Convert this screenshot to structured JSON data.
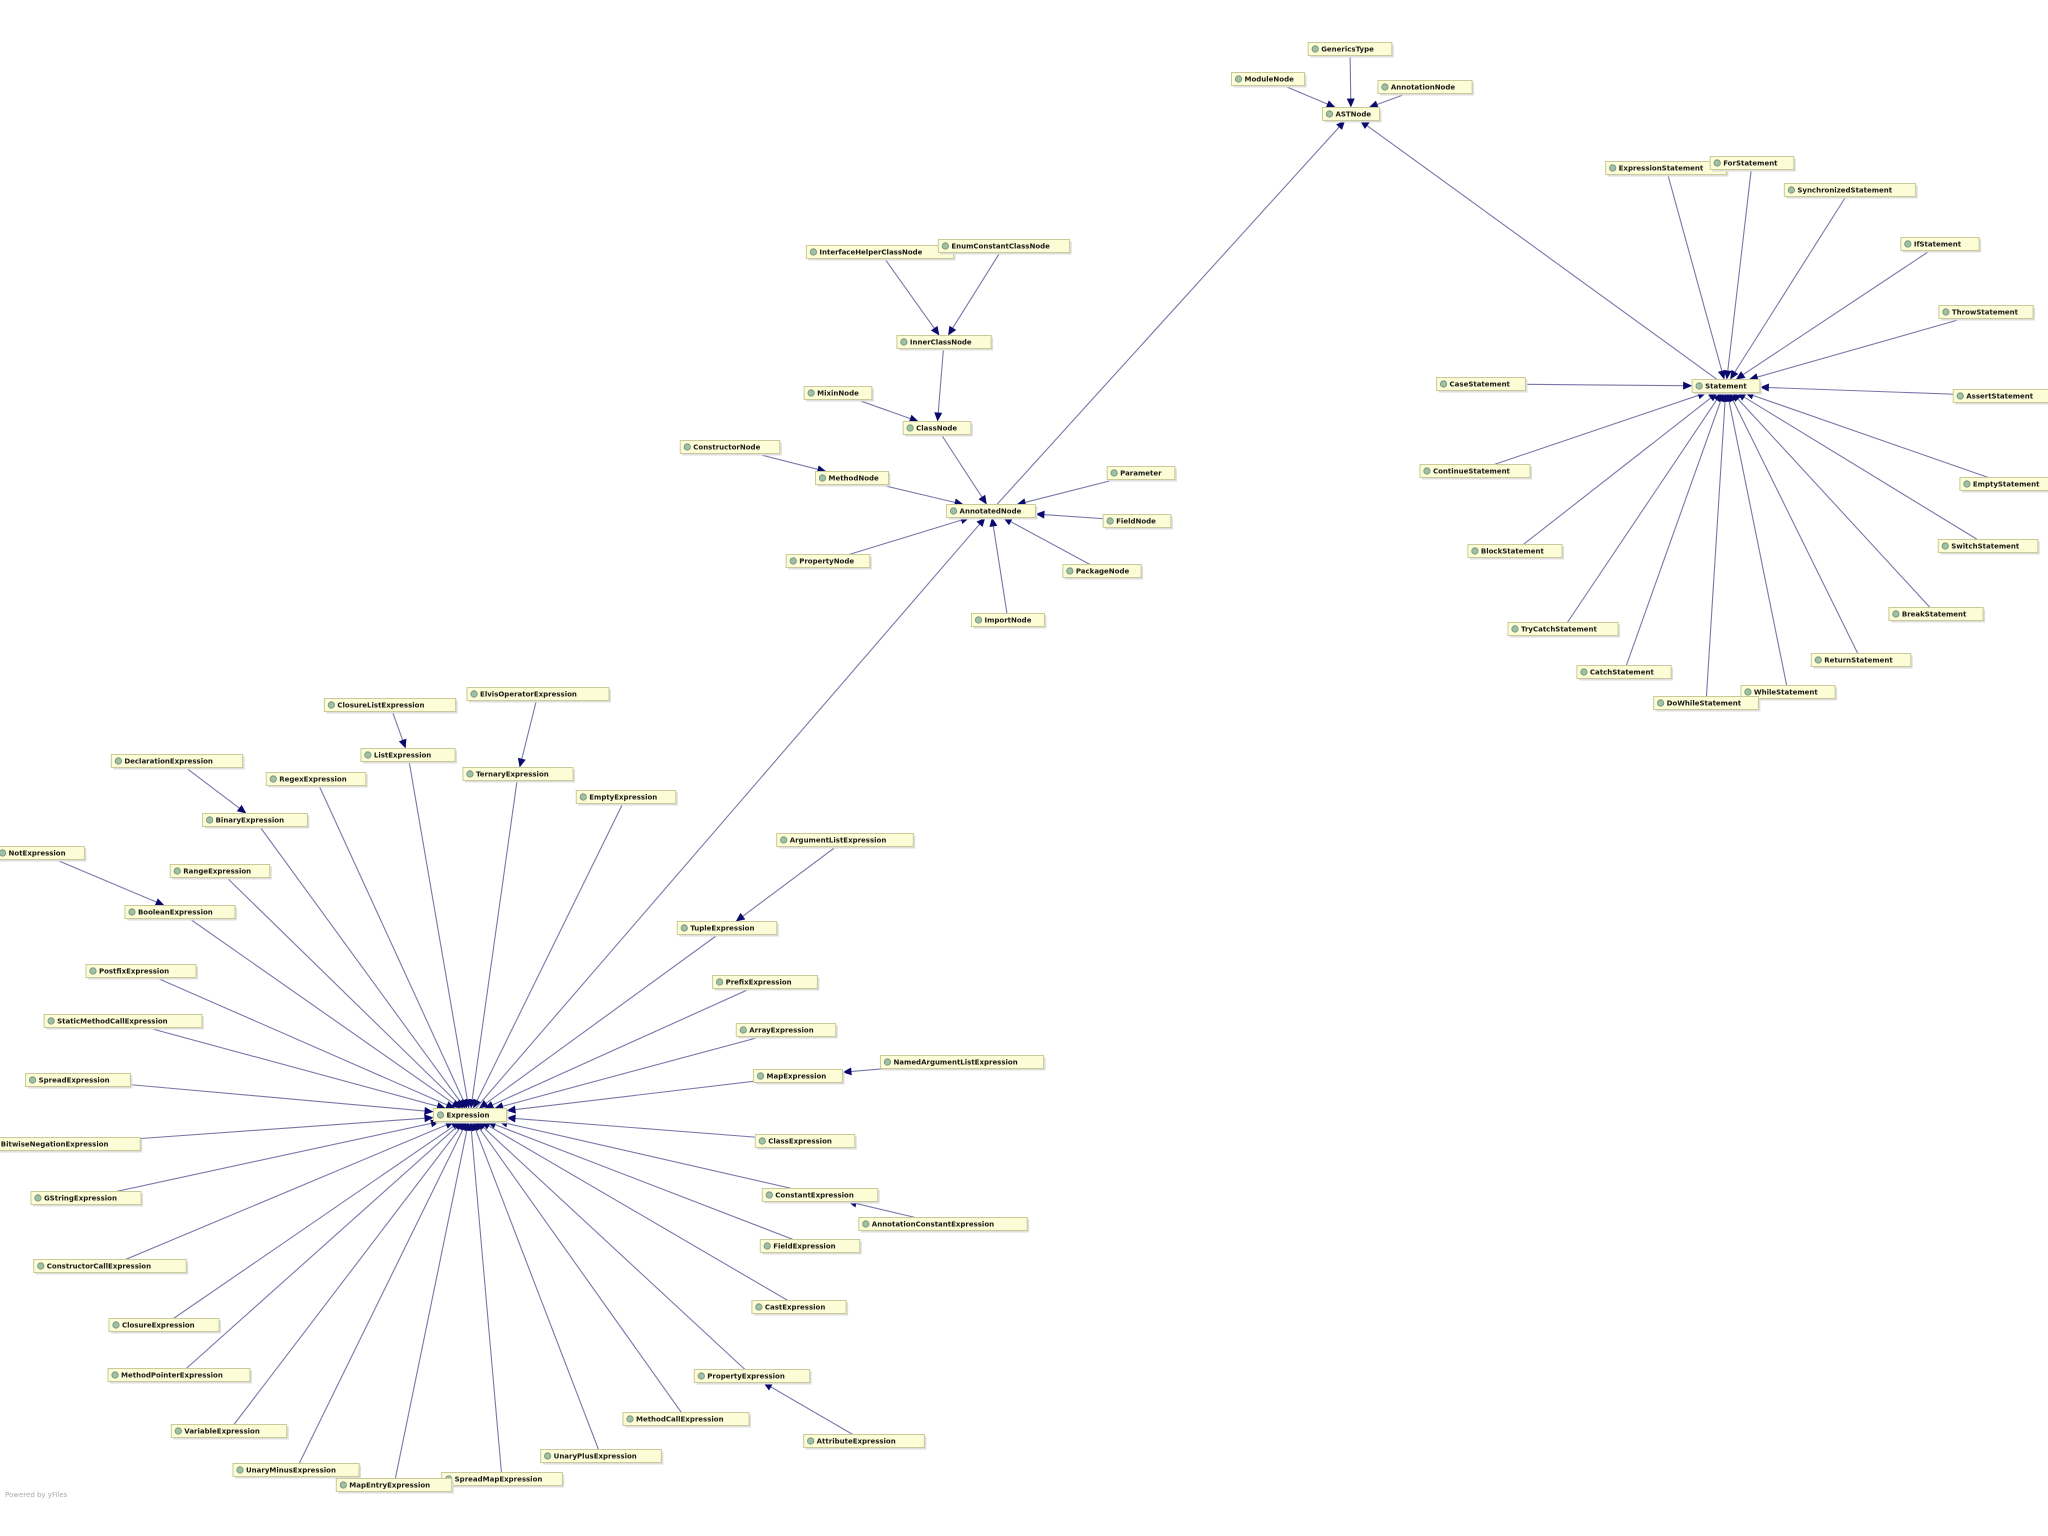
{
  "footer_text": "Powered by yFiles",
  "colors": {
    "node_fill": "#fcfcd6",
    "node_border": "#c9c99a",
    "edge": "#7778a8",
    "arrow": "#0b0b6e",
    "dot": "#9fbfa6"
  },
  "nodes": [
    {
      "id": "GenericsType",
      "label": "GenericsType"
    },
    {
      "id": "ModuleNode",
      "label": "ModuleNode"
    },
    {
      "id": "AnnotationNode",
      "label": "AnnotationNode"
    },
    {
      "id": "ASTNode",
      "label": "ASTNode"
    },
    {
      "id": "InterfaceHelperClassNode",
      "label": "InterfaceHelperClassNode"
    },
    {
      "id": "EnumConstantClassNode",
      "label": "EnumConstantClassNode"
    },
    {
      "id": "InnerClassNode",
      "label": "InnerClassNode"
    },
    {
      "id": "MixinNode",
      "label": "MixinNode"
    },
    {
      "id": "ClassNode",
      "label": "ClassNode"
    },
    {
      "id": "ConstructorNode",
      "label": "ConstructorNode"
    },
    {
      "id": "MethodNode",
      "label": "MethodNode"
    },
    {
      "id": "AnnotatedNode",
      "label": "AnnotatedNode"
    },
    {
      "id": "Parameter",
      "label": "Parameter"
    },
    {
      "id": "FieldNode",
      "label": "FieldNode"
    },
    {
      "id": "PropertyNode",
      "label": "PropertyNode"
    },
    {
      "id": "PackageNode",
      "label": "PackageNode"
    },
    {
      "id": "ImportNode",
      "label": "ImportNode"
    },
    {
      "id": "ExpressionStatement",
      "label": "ExpressionStatement"
    },
    {
      "id": "ForStatement",
      "label": "ForStatement"
    },
    {
      "id": "SynchronizedStatement",
      "label": "SynchronizedStatement"
    },
    {
      "id": "IfStatement",
      "label": "IfStatement"
    },
    {
      "id": "ThrowStatement",
      "label": "ThrowStatement"
    },
    {
      "id": "CaseStatement",
      "label": "CaseStatement"
    },
    {
      "id": "Statement",
      "label": "Statement"
    },
    {
      "id": "AssertStatement",
      "label": "AssertStatement"
    },
    {
      "id": "ContinueStatement",
      "label": "ContinueStatement"
    },
    {
      "id": "EmptyStatement",
      "label": "EmptyStatement"
    },
    {
      "id": "BlockStatement",
      "label": "BlockStatement"
    },
    {
      "id": "SwitchStatement",
      "label": "SwitchStatement"
    },
    {
      "id": "BreakStatement",
      "label": "BreakStatement"
    },
    {
      "id": "TryCatchStatement",
      "label": "TryCatchStatement"
    },
    {
      "id": "ReturnStatement",
      "label": "ReturnStatement"
    },
    {
      "id": "CatchStatement",
      "label": "CatchStatement"
    },
    {
      "id": "WhileStatement",
      "label": "WhileStatement"
    },
    {
      "id": "DoWhileStatement",
      "label": "DoWhileStatement"
    },
    {
      "id": "ElvisOperatorExpression",
      "label": "ElvisOperatorExpression"
    },
    {
      "id": "ClosureListExpression",
      "label": "ClosureListExpression"
    },
    {
      "id": "ListExpression",
      "label": "ListExpression"
    },
    {
      "id": "TernaryExpression",
      "label": "TernaryExpression"
    },
    {
      "id": "DeclarationExpression",
      "label": "DeclarationExpression"
    },
    {
      "id": "RegexExpression",
      "label": "RegexExpression"
    },
    {
      "id": "EmptyExpression",
      "label": "EmptyExpression"
    },
    {
      "id": "BinaryExpression",
      "label": "BinaryExpression"
    },
    {
      "id": "ArgumentListExpression",
      "label": "ArgumentListExpression"
    },
    {
      "id": "NotExpression",
      "label": "NotExpression"
    },
    {
      "id": "RangeExpression",
      "label": "RangeExpression"
    },
    {
      "id": "BooleanExpression",
      "label": "BooleanExpression"
    },
    {
      "id": "TupleExpression",
      "label": "TupleExpression"
    },
    {
      "id": "PostfixExpression",
      "label": "PostfixExpression"
    },
    {
      "id": "PrefixExpression",
      "label": "PrefixExpression"
    },
    {
      "id": "StaticMethodCallExpression",
      "label": "StaticMethodCallExpression"
    },
    {
      "id": "ArrayExpression",
      "label": "ArrayExpression"
    },
    {
      "id": "NamedArgumentListExpression",
      "label": "NamedArgumentListExpression"
    },
    {
      "id": "SpreadExpression",
      "label": "SpreadExpression"
    },
    {
      "id": "MapExpression",
      "label": "MapExpression"
    },
    {
      "id": "Expression",
      "label": "Expression"
    },
    {
      "id": "BitwiseNegationExpression",
      "label": "BitwiseNegationExpression"
    },
    {
      "id": "ClassExpression",
      "label": "ClassExpression"
    },
    {
      "id": "GStringExpression",
      "label": "GStringExpression"
    },
    {
      "id": "ConstantExpression",
      "label": "ConstantExpression"
    },
    {
      "id": "AnnotationConstantExpression",
      "label": "AnnotationConstantExpression"
    },
    {
      "id": "FieldExpression",
      "label": "FieldExpression"
    },
    {
      "id": "ConstructorCallExpression",
      "label": "ConstructorCallExpression"
    },
    {
      "id": "CastExpression",
      "label": "CastExpression"
    },
    {
      "id": "ClosureExpression",
      "label": "ClosureExpression"
    },
    {
      "id": "MethodPointerExpression",
      "label": "MethodPointerExpression"
    },
    {
      "id": "PropertyExpression",
      "label": "PropertyExpression"
    },
    {
      "id": "MethodCallExpression",
      "label": "MethodCallExpression"
    },
    {
      "id": "VariableExpression",
      "label": "VariableExpression"
    },
    {
      "id": "AttributeExpression",
      "label": "AttributeExpression"
    },
    {
      "id": "UnaryPlusExpression",
      "label": "UnaryPlusExpression"
    },
    {
      "id": "UnaryMinusExpression",
      "label": "UnaryMinusExpression"
    },
    {
      "id": "SpreadMapExpression",
      "label": "SpreadMapExpression"
    },
    {
      "id": "MapEntryExpression",
      "label": "MapEntryExpression"
    }
  ],
  "edges": [
    [
      "GenericsType",
      "ASTNode"
    ],
    [
      "ModuleNode",
      "ASTNode"
    ],
    [
      "AnnotationNode",
      "ASTNode"
    ],
    [
      "AnnotatedNode",
      "ASTNode"
    ],
    [
      "Statement",
      "ASTNode"
    ],
    [
      "InterfaceHelperClassNode",
      "InnerClassNode"
    ],
    [
      "EnumConstantClassNode",
      "InnerClassNode"
    ],
    [
      "InnerClassNode",
      "ClassNode"
    ],
    [
      "MixinNode",
      "ClassNode"
    ],
    [
      "ConstructorNode",
      "MethodNode"
    ],
    [
      "ClassNode",
      "AnnotatedNode"
    ],
    [
      "MethodNode",
      "AnnotatedNode"
    ],
    [
      "Parameter",
      "AnnotatedNode"
    ],
    [
      "FieldNode",
      "AnnotatedNode"
    ],
    [
      "PropertyNode",
      "AnnotatedNode"
    ],
    [
      "PackageNode",
      "AnnotatedNode"
    ],
    [
      "ImportNode",
      "AnnotatedNode"
    ],
    [
      "Expression",
      "AnnotatedNode"
    ],
    [
      "ExpressionStatement",
      "Statement"
    ],
    [
      "ForStatement",
      "Statement"
    ],
    [
      "SynchronizedStatement",
      "Statement"
    ],
    [
      "IfStatement",
      "Statement"
    ],
    [
      "ThrowStatement",
      "Statement"
    ],
    [
      "CaseStatement",
      "Statement"
    ],
    [
      "AssertStatement",
      "Statement"
    ],
    [
      "ContinueStatement",
      "Statement"
    ],
    [
      "EmptyStatement",
      "Statement"
    ],
    [
      "BlockStatement",
      "Statement"
    ],
    [
      "SwitchStatement",
      "Statement"
    ],
    [
      "BreakStatement",
      "Statement"
    ],
    [
      "TryCatchStatement",
      "Statement"
    ],
    [
      "ReturnStatement",
      "Statement"
    ],
    [
      "CatchStatement",
      "Statement"
    ],
    [
      "WhileStatement",
      "Statement"
    ],
    [
      "DoWhileStatement",
      "Statement"
    ],
    [
      "ClosureListExpression",
      "ListExpression"
    ],
    [
      "ElvisOperatorExpression",
      "TernaryExpression"
    ],
    [
      "DeclarationExpression",
      "BinaryExpression"
    ],
    [
      "NotExpression",
      "BooleanExpression"
    ],
    [
      "ArgumentListExpression",
      "TupleExpression"
    ],
    [
      "NamedArgumentListExpression",
      "MapExpression"
    ],
    [
      "AnnotationConstantExpression",
      "ConstantExpression"
    ],
    [
      "AttributeExpression",
      "PropertyExpression"
    ],
    [
      "ListExpression",
      "Expression"
    ],
    [
      "TernaryExpression",
      "Expression"
    ],
    [
      "RegexExpression",
      "Expression"
    ],
    [
      "EmptyExpression",
      "Expression"
    ],
    [
      "BinaryExpression",
      "Expression"
    ],
    [
      "RangeExpression",
      "Expression"
    ],
    [
      "BooleanExpression",
      "Expression"
    ],
    [
      "TupleExpression",
      "Expression"
    ],
    [
      "PostfixExpression",
      "Expression"
    ],
    [
      "PrefixExpression",
      "Expression"
    ],
    [
      "StaticMethodCallExpression",
      "Expression"
    ],
    [
      "ArrayExpression",
      "Expression"
    ],
    [
      "SpreadExpression",
      "Expression"
    ],
    [
      "MapExpression",
      "Expression"
    ],
    [
      "BitwiseNegationExpression",
      "Expression"
    ],
    [
      "ClassExpression",
      "Expression"
    ],
    [
      "GStringExpression",
      "Expression"
    ],
    [
      "ConstantExpression",
      "Expression"
    ],
    [
      "FieldExpression",
      "Expression"
    ],
    [
      "ConstructorCallExpression",
      "Expression"
    ],
    [
      "CastExpression",
      "Expression"
    ],
    [
      "ClosureExpression",
      "Expression"
    ],
    [
      "MethodPointerExpression",
      "Expression"
    ],
    [
      "PropertyExpression",
      "Expression"
    ],
    [
      "MethodCallExpression",
      "Expression"
    ],
    [
      "VariableExpression",
      "Expression"
    ],
    [
      "UnaryPlusExpression",
      "Expression"
    ],
    [
      "UnaryMinusExpression",
      "Expression"
    ],
    [
      "SpreadMapExpression",
      "Expression"
    ],
    [
      "MapEntryExpression",
      "Expression"
    ]
  ]
}
